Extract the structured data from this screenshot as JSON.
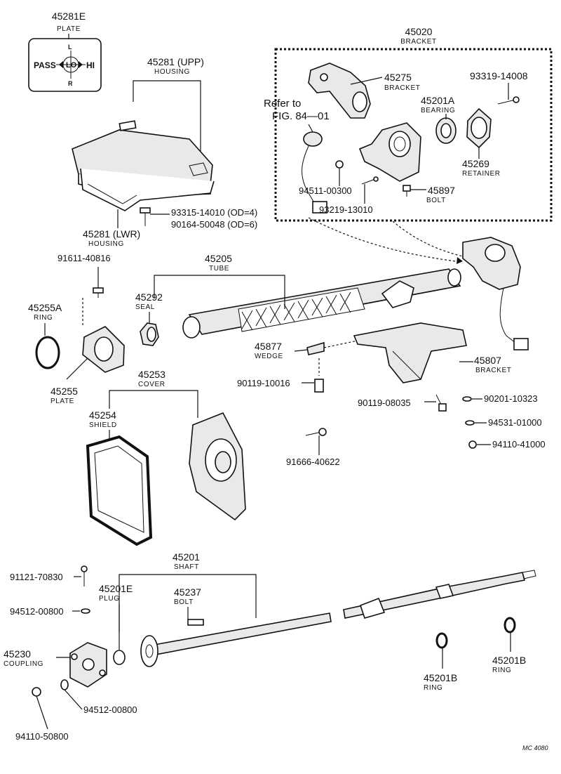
{
  "plate_panel": {
    "pass": "PASS",
    "lo": "LO",
    "hi": "HI",
    "l": "L",
    "r": "R"
  },
  "reference": {
    "line1": "Refer to",
    "line2": "FIG. 84—01"
  },
  "footer_code": "MC 4080",
  "parts": {
    "p45281E": {
      "num": "45281E",
      "name": "PLATE"
    },
    "p45281U": {
      "num": "45281 (UPP)",
      "name": "HOUSING"
    },
    "p45281L": {
      "num": "45281 (LWR)",
      "name": "HOUSING"
    },
    "p93315": {
      "num": "93315-14010 (OD=4)"
    },
    "p90164": {
      "num": "90164-50048 (OD=6)"
    },
    "p45020": {
      "num": "45020",
      "name": "BRACKET"
    },
    "p45275": {
      "num": "45275",
      "name": "BRACKET"
    },
    "p93319": {
      "num": "93319-14008"
    },
    "p45201A": {
      "num": "45201A",
      "name": "BEARING"
    },
    "p45269": {
      "num": "45269",
      "name": "RETAINER"
    },
    "p94511": {
      "num": "94511-00300"
    },
    "p45897": {
      "num": "45897",
      "name": "BOLT"
    },
    "p93219": {
      "num": "93219-13010"
    },
    "p91611": {
      "num": "91611-40816"
    },
    "p45205": {
      "num": "45205",
      "name": "TUBE"
    },
    "p45292": {
      "num": "45292",
      "name": "SEAL"
    },
    "p45255A": {
      "num": "45255A",
      "name": "RING"
    },
    "p45255": {
      "num": "45255",
      "name": "PLATE"
    },
    "p45877": {
      "num": "45877",
      "name": "WEDGE"
    },
    "p90119a": {
      "num": "90119-10016"
    },
    "p45807": {
      "num": "45807",
      "name": "BRACKET"
    },
    "p90119b": {
      "num": "90119-08035"
    },
    "p90201": {
      "num": "90201-10323"
    },
    "p94531": {
      "num": "94531-01000"
    },
    "p94110a": {
      "num": "94110-41000"
    },
    "p91666": {
      "num": "91666-40622"
    },
    "p45253": {
      "num": "45253",
      "name": "COVER"
    },
    "p45254": {
      "num": "45254",
      "name": "SHIELD"
    },
    "p45201": {
      "num": "45201",
      "name": "SHAFT"
    },
    "p91121": {
      "num": "91121-70830"
    },
    "p45201E": {
      "num": "45201E",
      "name": "PLUG"
    },
    "p45237": {
      "num": "45237",
      "name": "BOLT"
    },
    "p94512a": {
      "num": "94512-00800"
    },
    "p45230": {
      "num": "45230",
      "name": "COUPLING"
    },
    "p94512b": {
      "num": "94512-00800"
    },
    "p94110b": {
      "num": "94110-50800"
    },
    "p45201Ba": {
      "num": "45201B",
      "name": "RING"
    },
    "p45201Bb": {
      "num": "45201B",
      "name": "RING"
    }
  }
}
